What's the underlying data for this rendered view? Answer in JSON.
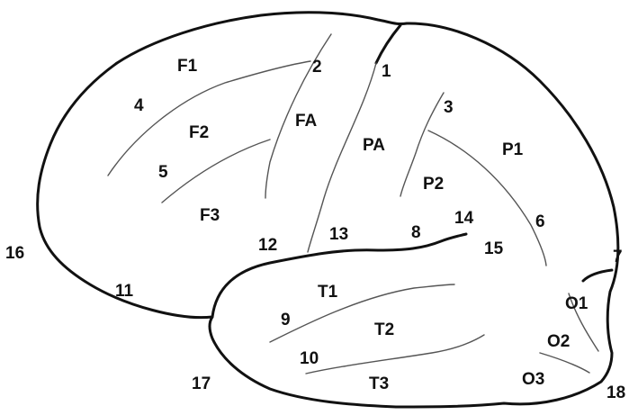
{
  "region_labels": {
    "f1": "F1",
    "f2": "F2",
    "f3": "F3",
    "fa": "FA",
    "pa": "PA",
    "p1": "P1",
    "p2": "P2",
    "t1": "T1",
    "t2": "T2",
    "t3": "T3",
    "o1": "O1",
    "o2": "O2",
    "o3": "O3"
  },
  "number_labels": {
    "n1": "1",
    "n2": "2",
    "n3": "3",
    "n4": "4",
    "n5": "5",
    "n6": "6",
    "n7": "7",
    "n8": "8",
    "n9": "9",
    "n10": "10",
    "n11": "11",
    "n12": "12",
    "n13": "13",
    "n14": "14",
    "n15": "15",
    "n16": "16",
    "n17": "17",
    "n18": "18"
  },
  "colors": {
    "outline": "#111111",
    "sulcus": "#555555",
    "background": "#ffffff"
  }
}
